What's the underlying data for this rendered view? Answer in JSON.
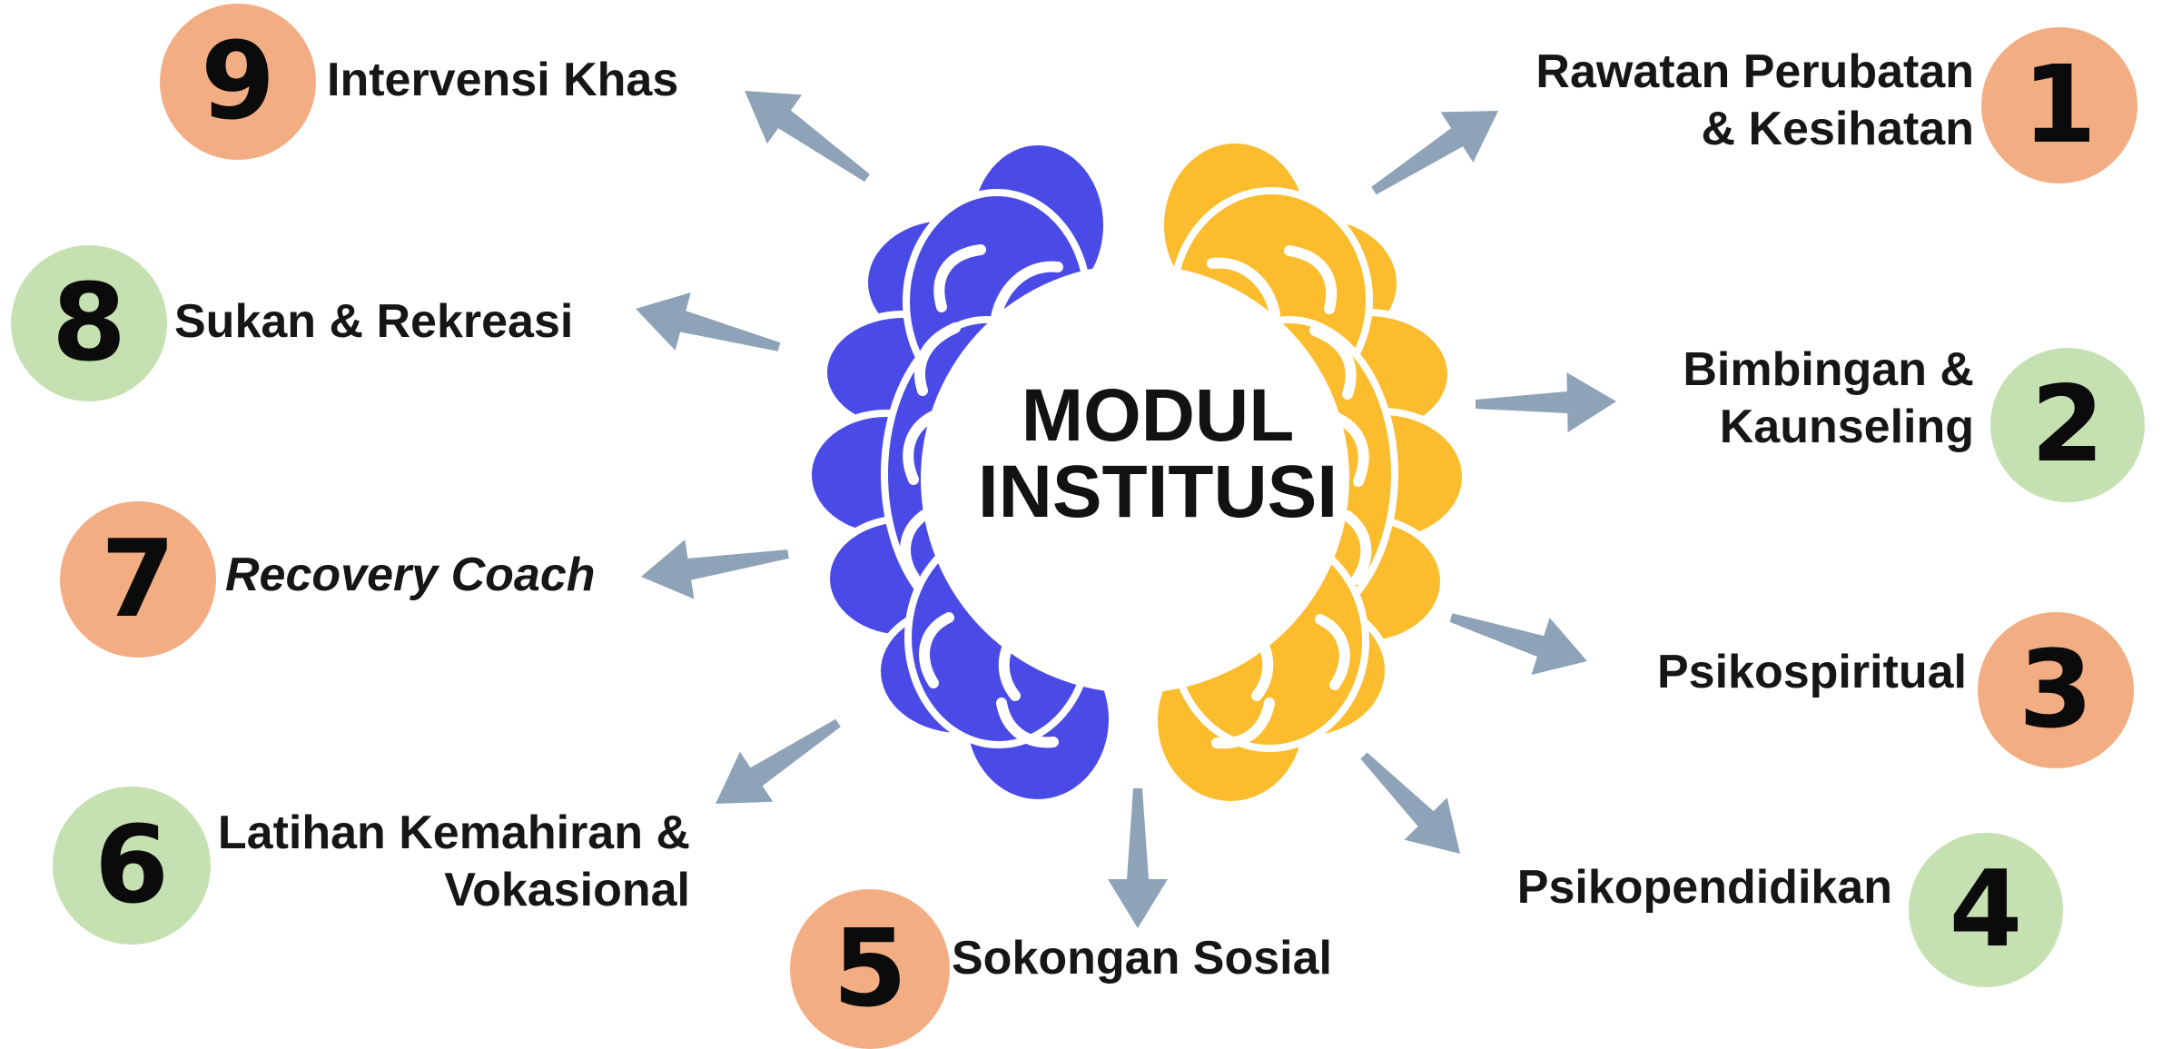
{
  "diagram": {
    "center_title_lines": [
      "MODUL",
      "INSTITUSI"
    ],
    "colors": {
      "blue": "#4a4ae6",
      "gold": "#fbbc2d",
      "arrow": "#8ea2b8",
      "orange": "#f3ad83",
      "green": "#c5e1b1",
      "white": "#ffffff"
    },
    "modules": [
      {
        "number": "1",
        "label_lines": [
          "Rawatan Perubatan",
          "& Kesihatan"
        ],
        "circle_color": "orange",
        "align": "right",
        "style": "normal"
      },
      {
        "number": "2",
        "label_lines": [
          "Bimbingan &",
          "Kaunseling"
        ],
        "circle_color": "green",
        "align": "right",
        "style": "normal"
      },
      {
        "number": "3",
        "label_lines": [
          "Psikospiritual"
        ],
        "circle_color": "orange",
        "align": "right",
        "style": "normal"
      },
      {
        "number": "4",
        "label_lines": [
          "Psikopendidikan"
        ],
        "circle_color": "green",
        "align": "right",
        "style": "normal"
      },
      {
        "number": "5",
        "label_lines": [
          "Sokongan Sosial"
        ],
        "circle_color": "orange",
        "align": "left",
        "style": "normal"
      },
      {
        "number": "6",
        "label_lines": [
          "Latihan Kemahiran &",
          "Vokasional"
        ],
        "circle_color": "green",
        "align": "right",
        "style": "normal"
      },
      {
        "number": "7",
        "label_lines": [
          "Recovery Coach"
        ],
        "circle_color": "orange",
        "align": "left",
        "style": "italic"
      },
      {
        "number": "8",
        "label_lines": [
          "Sukan & Rekreasi"
        ],
        "circle_color": "green",
        "align": "left",
        "style": "normal"
      },
      {
        "number": "9",
        "label_lines": [
          "Intervensi Khas"
        ],
        "circle_color": "orange",
        "align": "left",
        "style": "normal"
      }
    ]
  }
}
